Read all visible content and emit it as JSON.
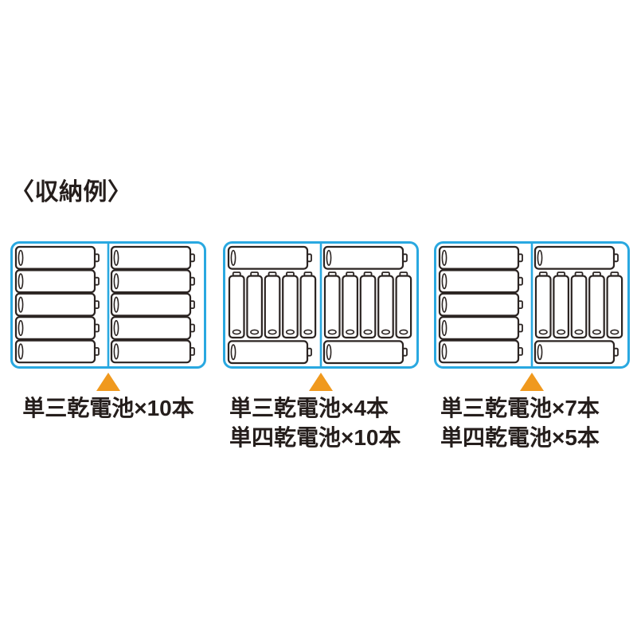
{
  "page": {
    "title": "〈収納例〉",
    "background": "#ffffff"
  },
  "colors": {
    "case_border": "#29a8e0",
    "battery_outline": "#2b2422",
    "battery_fill": "#ffffff",
    "pointer": "#f0991e",
    "text": "#251e1c"
  },
  "cases": [
    {
      "id": "storage-option-1",
      "halves": [
        "aa-horizontal-5",
        "aa-horizontal-5"
      ],
      "pointer_icon": "up-triangle",
      "label_lines": [
        "単三乾電池×10本"
      ]
    },
    {
      "id": "storage-option-2",
      "halves": [
        "aa-aaa-mixed",
        "aa-aaa-mixed"
      ],
      "pointer_icon": "up-triangle",
      "label_lines": [
        "単三乾電池×4本",
        "単四乾電池×10本"
      ]
    },
    {
      "id": "storage-option-3",
      "halves": [
        "aa-horizontal-5",
        "aa-aaa-mixed"
      ],
      "pointer_icon": "up-triangle",
      "label_lines": [
        "単三乾電池×7本",
        "単四乾電池×5本"
      ]
    }
  ]
}
